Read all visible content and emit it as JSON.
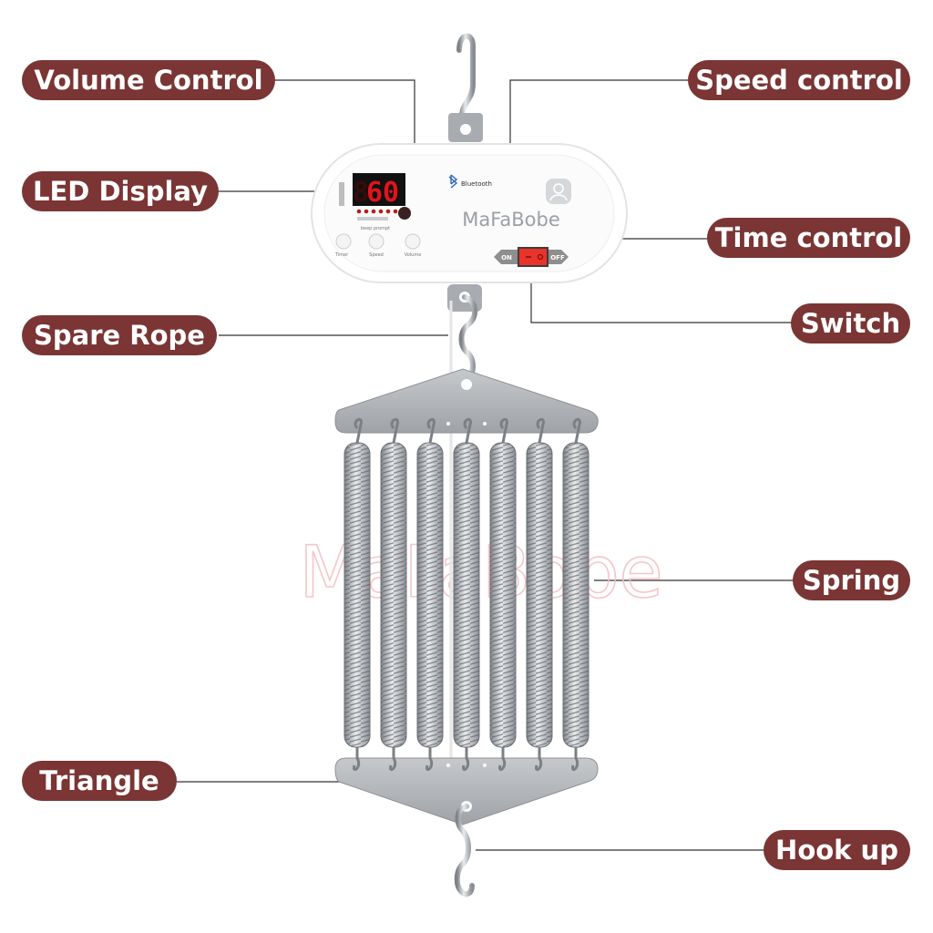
{
  "labels": {
    "volume_control": "Volume Control",
    "speed_control": "Speed control",
    "led_display": "LED Display",
    "time_control": "Time control",
    "spare_rope": "Spare Rope",
    "switch": "Switch",
    "spring": "Spring",
    "triangle": "Triangle",
    "hook_up": "Hook up"
  },
  "device": {
    "brand": "MaFaBobe",
    "bluetooth": "Bluetooth",
    "led_value": "60",
    "led_caption": "beep prompt",
    "buttons": [
      "Timer",
      "Speed",
      "Volume"
    ],
    "switch_on": "ON",
    "switch_off": "OFF"
  },
  "watermark": "MaFaBobe",
  "colors": {
    "label_bg": "#7a3534",
    "label_text": "#ffffff",
    "led": "#e0141c",
    "switch": "#e8342a",
    "metal": "#b9bcbf"
  },
  "icons": [
    "bluetooth-icon",
    "baby-logo-icon",
    "s-hook-icon"
  ]
}
